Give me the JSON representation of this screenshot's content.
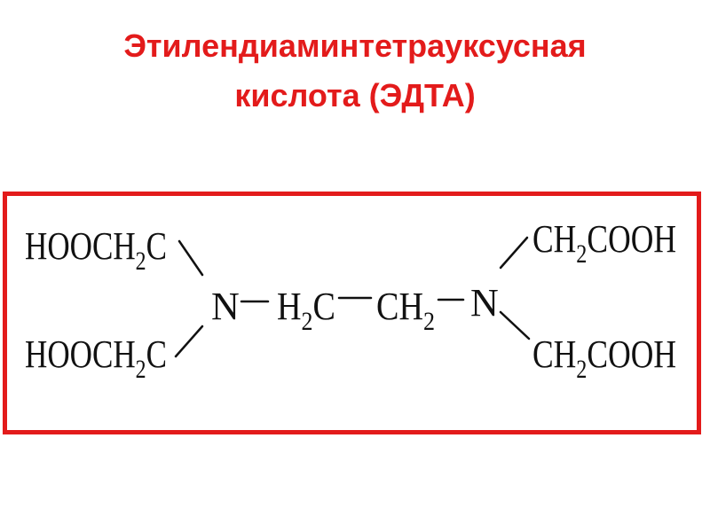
{
  "title": {
    "line1": "Этилендиаминтетрауксусная",
    "line2": "кислота (ЭДТА)"
  },
  "formula": {
    "top_left": {
      "pre": "HOOCH",
      "sub": "2",
      "post": "C"
    },
    "bottom_left": {
      "pre": "HOOCH",
      "sub": "2",
      "post": "C"
    },
    "n_left": "N",
    "bridge_left": {
      "pre": "H",
      "sub": "2",
      "post": "C"
    },
    "bridge_right": {
      "pre": "CH",
      "sub": "2",
      "post": ""
    },
    "n_right": "N",
    "top_right": {
      "pre": "CH",
      "sub": "2",
      "post": "COOH"
    },
    "bottom_right": {
      "pre": "CH",
      "sub": "2",
      "post": "COOH"
    }
  },
  "colors": {
    "accent": "#e31b1b",
    "text": "#111111"
  }
}
